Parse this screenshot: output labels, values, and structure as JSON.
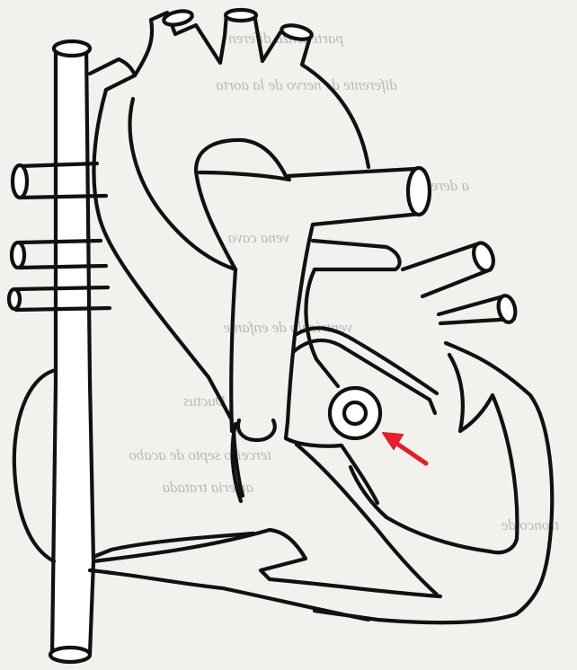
{
  "paper": {
    "background": "#f2f1ee",
    "bleed_through_lines": [
      "parte tenza  diferen",
      "diferente  de  nervo  de  la  aorta",
      "a  derecho",
      "ventrículo  de  enfante",
      "Ductus",
      "vena  cava",
      "terceiro  septo  de  acabo",
      "arteria  tratada",
      "tronco  de"
    ]
  },
  "drawing": {
    "line_color": "#111111",
    "indicator_arrow": {
      "color": "#e0202c",
      "points_to": "oval-ring-structure"
    }
  }
}
